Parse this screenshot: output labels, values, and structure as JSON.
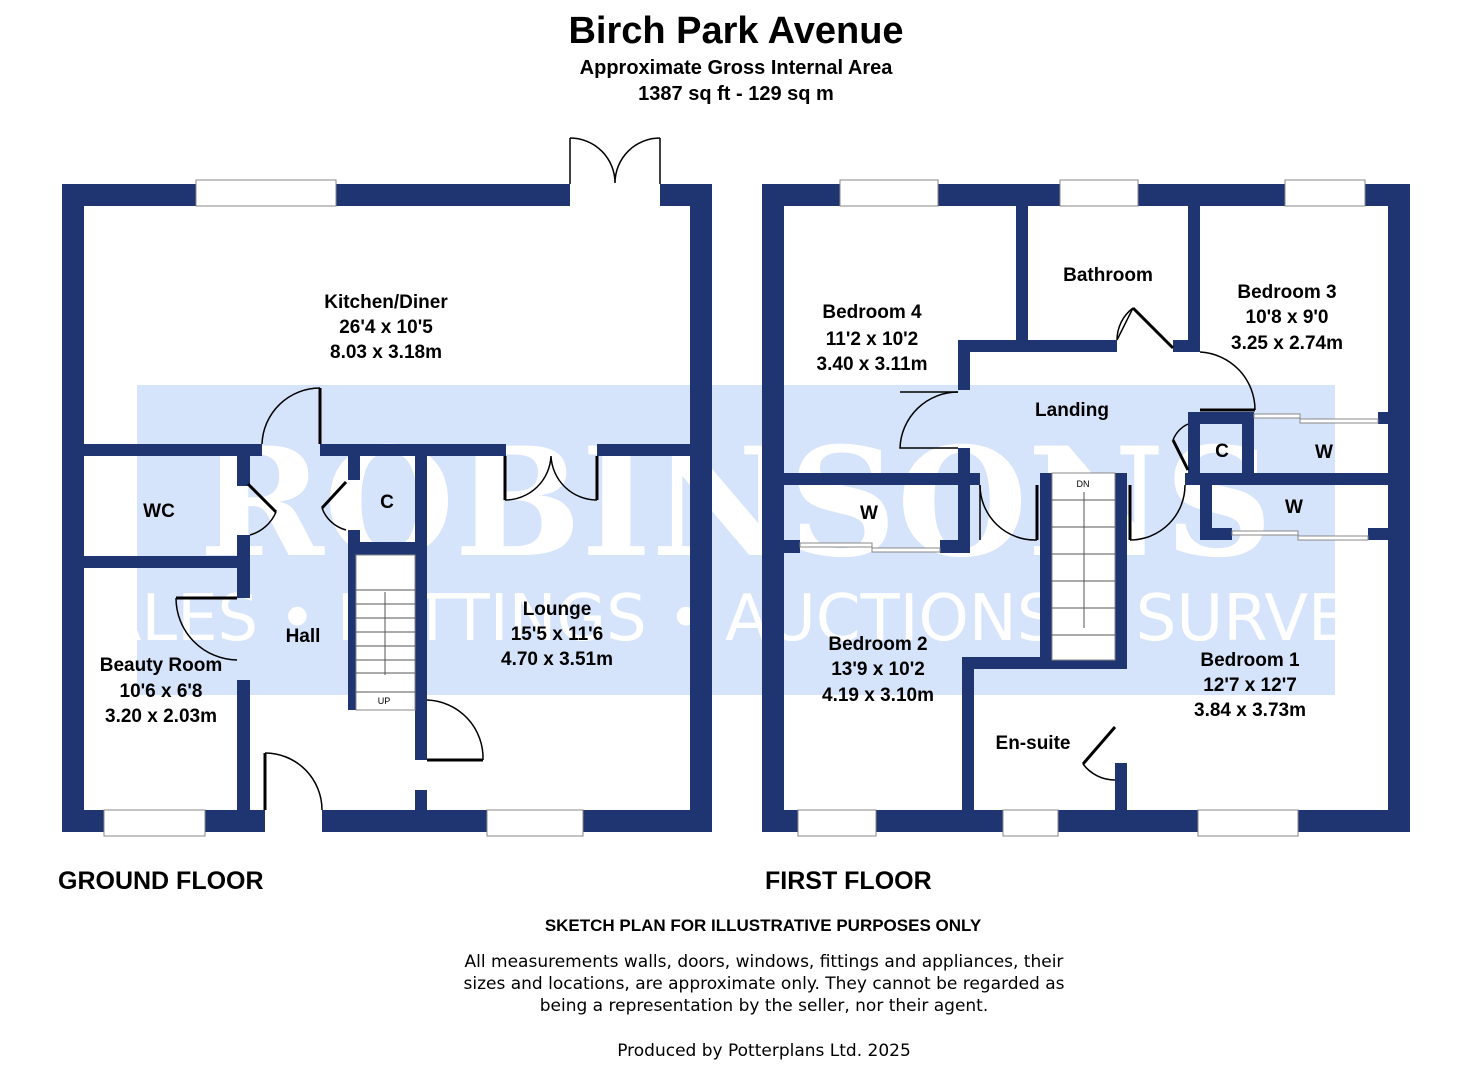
{
  "header": {
    "title": "Birch Park Avenue",
    "subtitle": "Approximate Gross Internal Area",
    "area": "1387 sq ft - 129 sq m"
  },
  "watermark": {
    "brand": "ROBINSONS",
    "tagline": "SALES • LETTINGS • AUCTIONS • SURVEYS",
    "band_color": "#d6e4fb"
  },
  "colors": {
    "wall": "#1f3571"
  },
  "ground_floor": {
    "label": "GROUND FLOOR",
    "rooms": [
      {
        "name": "Kitchen/Diner",
        "imperial": "26'4 x 10'5",
        "metric": "8.03 x 3.18m"
      },
      {
        "name": "Lounge",
        "imperial": "15'5 x 11'6",
        "metric": "4.70 x 3.51m"
      },
      {
        "name": "Beauty Room",
        "imperial": "10'6 x 6'8",
        "metric": "3.20 x 2.03m"
      },
      {
        "name": "WC"
      },
      {
        "name": "C"
      },
      {
        "name": "Hall"
      }
    ],
    "stairs_label": "UP"
  },
  "first_floor": {
    "label": "FIRST FLOOR",
    "rooms": [
      {
        "name": "Bedroom 4",
        "imperial": "11'2  x 10'2",
        "metric": "3.40 x 3.11m"
      },
      {
        "name": "Bathroom"
      },
      {
        "name": "Bedroom 3",
        "imperial": "10'8 x 9'0",
        "metric": "3.25 x 2.74m"
      },
      {
        "name": "Landing"
      },
      {
        "name": "C"
      },
      {
        "name": "W"
      },
      {
        "name": "W"
      },
      {
        "name": "W"
      },
      {
        "name": "Bedroom 2",
        "imperial": "13'9 x 10'2",
        "metric": "4.19 x 3.10m"
      },
      {
        "name": "Bedroom 1",
        "imperial": "12'7 x 12'7",
        "metric": "3.84 x 3.73m"
      },
      {
        "name": "En-suite"
      }
    ],
    "stairs_label": "DN"
  },
  "footer": {
    "heading": "SKETCH PLAN FOR ILLUSTRATIVE PURPOSES ONLY",
    "lines": [
      "All measurements walls, doors, windows, fittings and appliances, their",
      "sizes and locations, are approximate only. They cannot be regarded as",
      "being a representation by the seller, nor their agent."
    ],
    "credit": "Produced by Potterplans Ltd. 2025"
  }
}
